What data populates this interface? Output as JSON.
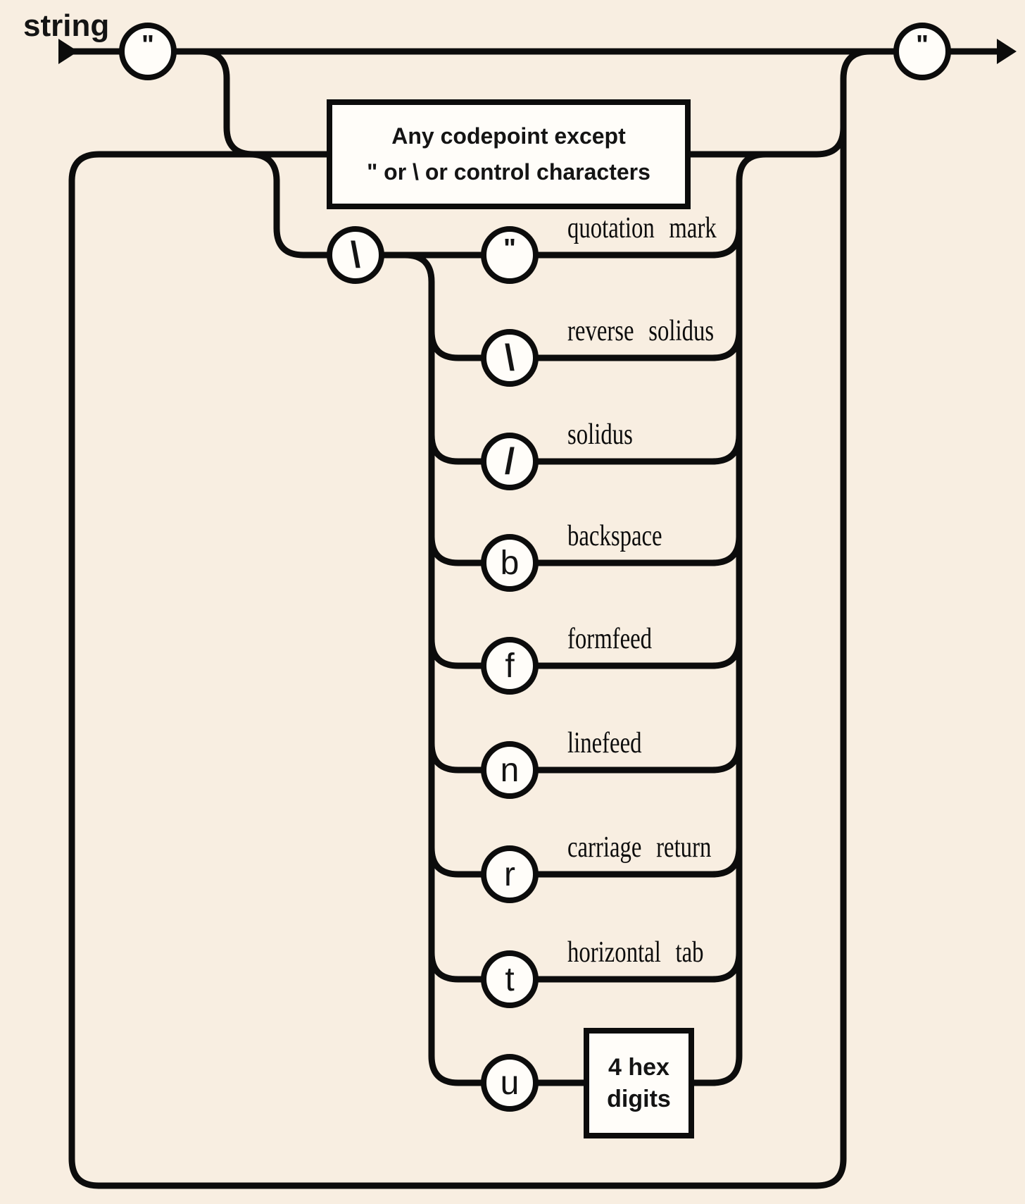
{
  "page": {
    "background_color": "#f8eee1",
    "line_color": "#0c0c0c"
  },
  "diagram": {
    "title": "string",
    "start_terminal": "\"",
    "end_terminal": "\"",
    "escape_intro_char": "\\",
    "any_codepoint_box": {
      "line1": "Any codepoint except",
      "line2": "\" or \\ or control characters"
    },
    "rows": [
      {
        "char": "\"",
        "label": "quotation mark"
      },
      {
        "char": "\\",
        "label": "reverse solidus"
      },
      {
        "char": "/",
        "label": "solidus"
      },
      {
        "char": "b",
        "label": "backspace"
      },
      {
        "char": "f",
        "label": "formfeed"
      },
      {
        "char": "n",
        "label": "linefeed"
      },
      {
        "char": "r",
        "label": "carriage return"
      },
      {
        "char": "t",
        "label": "horizontal tab"
      },
      {
        "char": "u",
        "label": ""
      }
    ],
    "hex_box": {
      "line1": "4 hex",
      "line2": "digits"
    }
  }
}
